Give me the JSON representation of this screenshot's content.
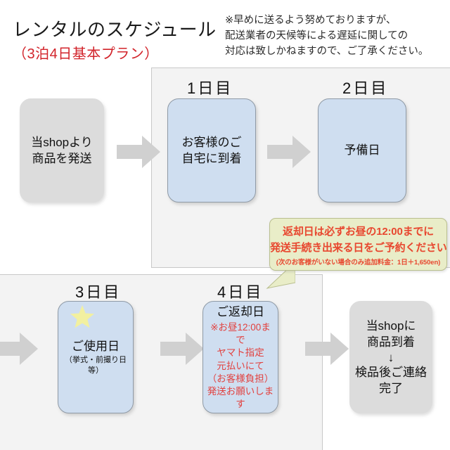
{
  "header": {
    "title": "レンタルのスケジュール",
    "subtitle": "（3泊4日基本プラン）",
    "note": "※早めに送るよう努めておりますが、\n配送業者の天候等による遅延に関しての\n対応は致しかねますので、ご了承ください。"
  },
  "colors": {
    "accent_red": "#d2232a",
    "callout_red": "#e8472f",
    "box_blue": "#cfdef0",
    "box_gray": "#dcdcdc",
    "panel_gray": "#f3f3f3",
    "callout_bg": "#e9edc8",
    "arrow_gray": "#d0d0d0",
    "star_yellow": "#f2f0a0"
  },
  "steps": {
    "ship": {
      "label": "当shopより\n商品を発送"
    },
    "day1": {
      "day": "1日目",
      "label": "お客様のご\n自宅に到着"
    },
    "day2": {
      "day": "2日目",
      "label": "予備日"
    },
    "day3": {
      "day": "3日目",
      "label": "ご使用日",
      "sub": "（挙式・前撮り日等）",
      "star_icon": "star-icon"
    },
    "day4": {
      "day": "4日目",
      "label": "ご返却日",
      "red": "※お昼12:00まで\nヤマト指定\n元払いにて\n（お客様負担）\n発送お願いします"
    },
    "arrival": {
      "label_top": "当shopに\n商品到着",
      "arrow_glyph": "↓",
      "label_bottom": "検品後ご連絡\n完了"
    }
  },
  "callout": {
    "line1": "返却日は必ずお昼の12:00までに",
    "line2": "発送手続き出来る日をご予約ください",
    "line3": "(次のお客様がいない場合のみ追加料金：1日＋1,650en)"
  },
  "arrows": {
    "a1_name": "arrow-ship-to-day1",
    "a2_name": "arrow-day1-to-day2",
    "a3_name": "arrow-into-day3",
    "a4_name": "arrow-day3-to-day4",
    "a5_name": "arrow-day4-to-arrival"
  }
}
